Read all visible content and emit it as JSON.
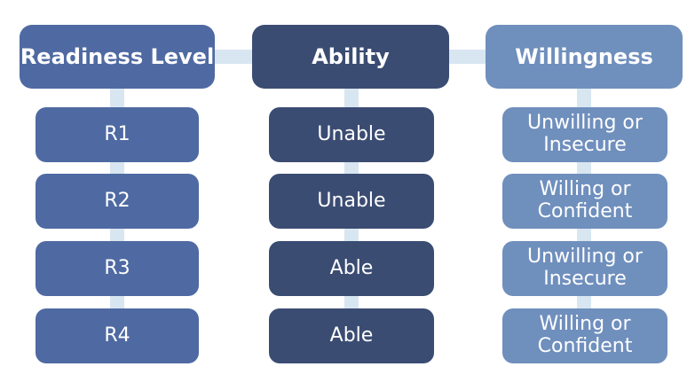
{
  "colors": {
    "readiness": "#4f6aa2",
    "ability": "#3b4c73",
    "willingness": "#6f8fbd",
    "connector": "#d8e6f1",
    "text": "#ffffff"
  },
  "headers": {
    "readiness": "Readiness Level",
    "ability": "Ability",
    "willingness": "Willingness"
  },
  "rows": [
    {
      "readiness": "R1",
      "ability": "Unable",
      "willingness": "Unwilling or Insecure"
    },
    {
      "readiness": "R2",
      "ability": "Unable",
      "willingness": "Willing or Confident"
    },
    {
      "readiness": "R3",
      "ability": "Able",
      "willingness": "Unwilling or Insecure"
    },
    {
      "readiness": "R4",
      "ability": "Able",
      "willingness": "Willing or Confident"
    }
  ]
}
